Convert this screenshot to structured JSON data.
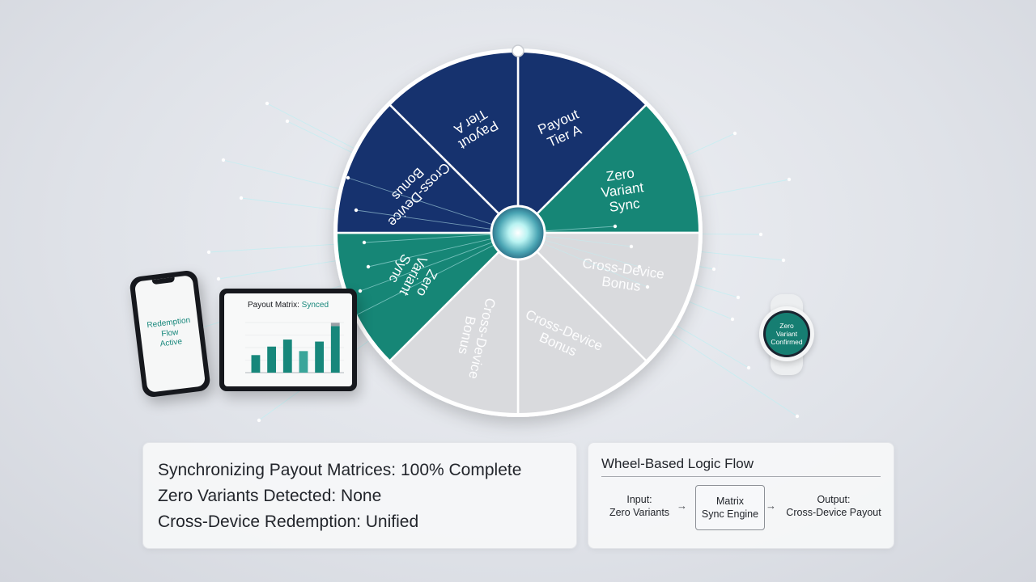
{
  "wheel": {
    "segments": [
      {
        "label": "Payout\nTier A",
        "color": "#17306e"
      },
      {
        "label": "Zero\nVariant\nSync",
        "color": "#178676"
      },
      {
        "label": "Cross-Device\nBonus",
        "color": "#d9dadd"
      },
      {
        "label": "Cross-Device\nBonus",
        "color": "#d9dadd"
      },
      {
        "label": "Cross-Device\nBonus",
        "color": "#d9dadd"
      },
      {
        "label": "Zero\nVariant\nSync",
        "color": "#178676"
      },
      {
        "label": "Cross-Device\nBonus",
        "color": "#17306e"
      },
      {
        "label": "Payout\nTier A",
        "color": "#17306e"
      }
    ]
  },
  "phone": {
    "screen_text": "Redemption\nFlow\nActive"
  },
  "tablet": {
    "title_prefix": "Payout Matrix: ",
    "title_highlight": "Synced",
    "bars": [
      0.35,
      0.52,
      0.66,
      0.43,
      0.62,
      0.93
    ]
  },
  "watch": {
    "screen_text": "Zero\nVariant\nConfirmed"
  },
  "status": {
    "line1": "Synchronizing Payout Matrices: 100% Complete",
    "line2": "Zero Variants Detected: None",
    "line3": "Cross-Device Redemption: Unified"
  },
  "flow": {
    "title": "Wheel-Based Logic Flow",
    "input": "Input:\nZero Variants",
    "engine": "Matrix\nSync Engine",
    "output": "Output:\nCross-Device Payout",
    "arrow": "→"
  },
  "colors": {
    "navy": "#17306e",
    "teal": "#178676",
    "grey": "#d9dadd",
    "accent_text": "#17877b"
  }
}
